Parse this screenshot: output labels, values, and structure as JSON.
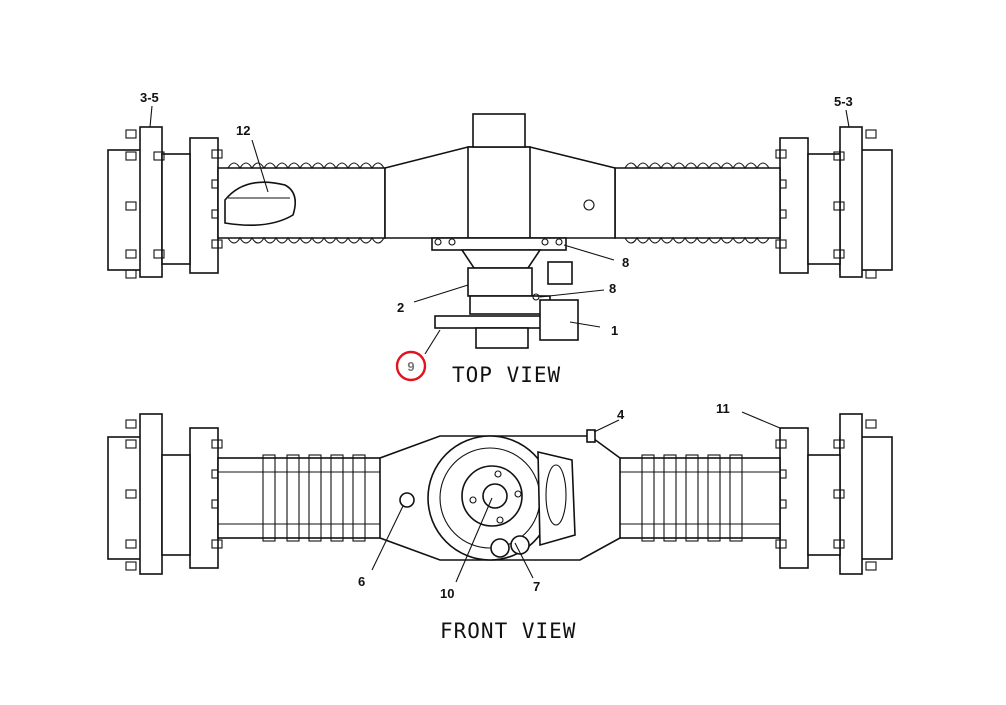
{
  "views": {
    "top_view_label": "TOP VIEW",
    "front_view_label": "FRONT VIEW"
  },
  "callouts": {
    "top": {
      "left_flange": "3-5",
      "right_flange": "5-3",
      "cutaway": "12",
      "bolts_upper": "8",
      "bolts_lower": "8",
      "housing": "2",
      "bracket": "1",
      "highlighted": "9"
    },
    "front": {
      "fitting": "4",
      "right_flange": "11",
      "plug": "6",
      "hub": "10",
      "drain": "7"
    }
  },
  "colors": {
    "line": "#111111",
    "highlight_ring": "#e0141e",
    "highlight_text": "#777777"
  }
}
